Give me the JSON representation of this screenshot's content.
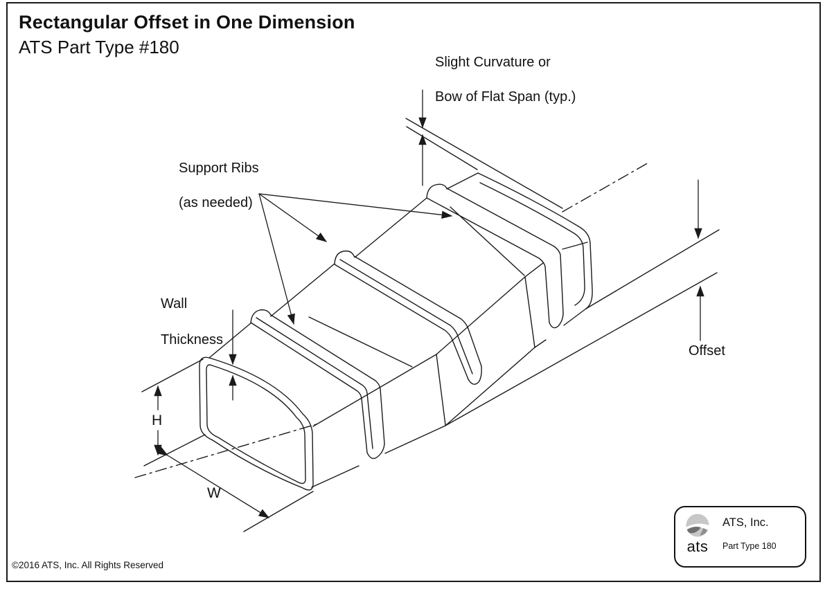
{
  "header": {
    "title": "Rectangular Offset in One Dimension",
    "subtitle": "ATS Part Type #180"
  },
  "annotations": {
    "bow_line1": "Slight Curvature or",
    "bow_line2": "Bow of Flat Span (typ.)",
    "support_ribs_line1": "Support Ribs",
    "support_ribs_line2": "(as needed)",
    "wall_thickness_line1": "Wall",
    "wall_thickness_line2": "Thickness",
    "height_label": "H",
    "width_label": "W",
    "offset_label": "Offset"
  },
  "footer": {
    "copyright": "©2016 ATS, Inc. All Rights Reserved"
  },
  "stamp": {
    "company": "ATS, Inc.",
    "part_type": "Part Type 180",
    "logo_text": "ats"
  },
  "colors": {
    "line": "#1a1a1a",
    "background": "#ffffff",
    "logo_light": "#c7c7c7",
    "logo_dark": "#6e6e6e"
  }
}
